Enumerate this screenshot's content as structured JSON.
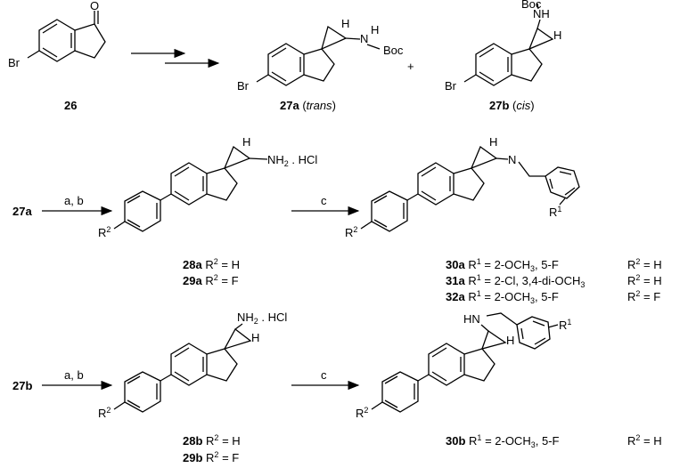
{
  "colors": {
    "ink": "#000000",
    "background": "#ffffff"
  },
  "compounds": {
    "c26": {
      "id": "26",
      "o": "O",
      "br": "Br"
    },
    "c27a": {
      "id": "27a",
      "stereo": "trans",
      "h": "H",
      "n": "N",
      "nh": "H",
      "boc": "Boc",
      "br": "Br"
    },
    "c27b": {
      "id": "27b",
      "stereo": "cis",
      "boc": "Boc",
      "nh": "NH",
      "h": "H",
      "br": "Br"
    },
    "c28a": {
      "id": "28a",
      "r": "R",
      "rsup": "2",
      "val": "= H"
    },
    "c29a": {
      "id": "29a",
      "r": "R",
      "rsup": "2",
      "val": "= F"
    },
    "c28b": {
      "id": "28b",
      "r": "R",
      "rsup": "2",
      "val": "= H"
    },
    "c29b": {
      "id": "29b",
      "r": "R",
      "rsup": "2",
      "val": "= F"
    },
    "c30a": {
      "id": "30a",
      "r1": "R",
      "r1sup": "1",
      "r1val": "= 2-OCH",
      "r1sub": "3",
      "r1tail": ", 5-F",
      "r2": "R",
      "r2sup": "2",
      "r2val": "= H"
    },
    "c31a": {
      "id": "31a",
      "r1": "R",
      "r1sup": "1",
      "r1val": "= 2-Cl, 3,4-di-OCH",
      "r1sub": "3",
      "r2": "R",
      "r2sup": "2",
      "r2val": "= H"
    },
    "c32a": {
      "id": "32a",
      "r1": "R",
      "r1sup": "1",
      "r1val": "= 2-OCH",
      "r1sub": "3",
      "r1tail": ", 5-F",
      "r2": "R",
      "r2sup": "2",
      "r2val": "= F"
    },
    "c30b": {
      "id": "30b",
      "r1": "R",
      "r1sup": "1",
      "r1val": "= 2-OCH",
      "r1sub": "3",
      "r1tail": ", 5-F",
      "r2": "R",
      "r2sup": "2",
      "r2val": "= H"
    }
  },
  "labels": {
    "plus": "+",
    "amine_a": {
      "h": "H",
      "nh": "NH",
      "sub": "2",
      "hcl": ". HCl"
    },
    "amine_b": {
      "nh": "NH",
      "sub": "2",
      "hcl": ". HCl",
      "h": "H"
    },
    "benzyl_a": {
      "h": "H",
      "n": "N",
      "r": "R",
      "rsup": "1"
    },
    "benzyl_b": {
      "hn": "HN",
      "h": "H",
      "r": "R",
      "rsup": "1"
    },
    "aryl_r": "R",
    "aryl_rsup": "2",
    "start_27a": "27a",
    "start_27b": "27b"
  },
  "reagents": {
    "ab_top": "a, b",
    "c_top": "c",
    "ab_bottom": "a, b",
    "c_bottom": "c"
  }
}
